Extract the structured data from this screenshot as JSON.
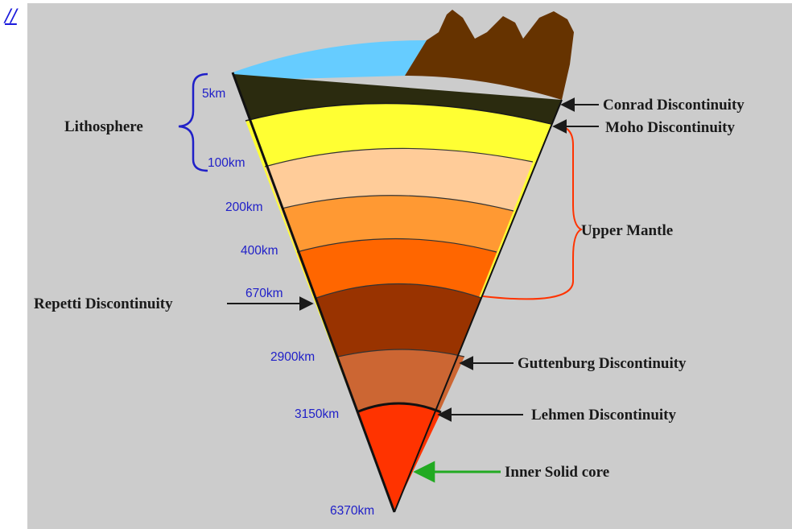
{
  "corner_link": "//",
  "colors": {
    "background": "#cccccc",
    "sky": "#66ccff",
    "mountain": "#663300",
    "crust_dark": "#2b2b0f",
    "yellow": "#ffff33",
    "peach": "#ffcc99",
    "orange_light": "#ff9933",
    "orange": "#ff6600",
    "brown": "#993300",
    "brown_light": "#cc6633",
    "core": "#ff3300",
    "bracket_blue": "#2020c8",
    "bracket_red": "#ff3300",
    "arrow_green": "#22aa22"
  },
  "depths": {
    "d5": "5km",
    "d100": "100km",
    "d200": "200km",
    "d400": "400km",
    "d670": "670km",
    "d2900": "2900km",
    "d3150": "3150km",
    "d6370": "6370km"
  },
  "labels": {
    "lithosphere": "Lithosphere",
    "repetti": "Repetti Discontinuity",
    "conrad": "Conrad Discontinuity",
    "moho": "Moho Discontinuity",
    "upper_mantle": "Upper Mantle",
    "guttenburg": "Guttenburg Discontinuity",
    "lehmen": "Lehmen Discontinuity",
    "inner_core": "Inner Solid core"
  }
}
